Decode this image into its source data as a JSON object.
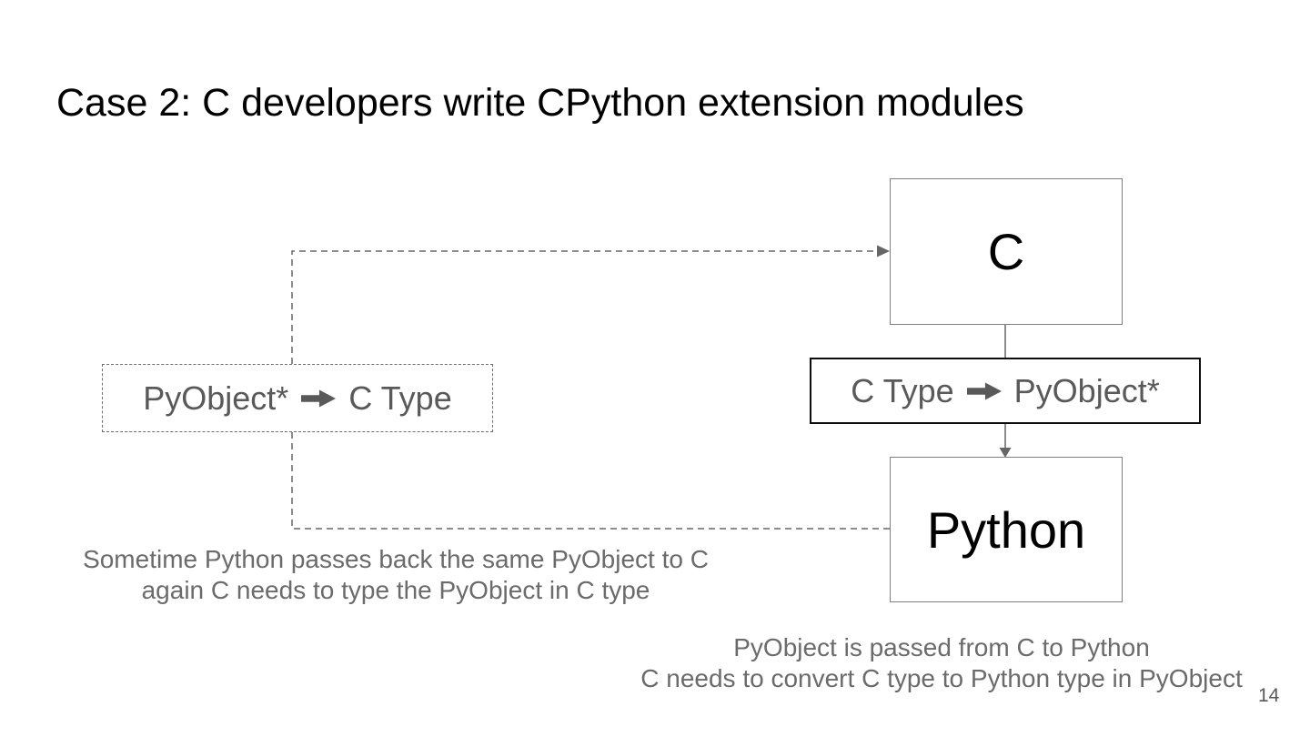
{
  "slide": {
    "title": "Case 2: C developers write CPython extension modules",
    "page_number": "14"
  },
  "diagram": {
    "c_box": {
      "label": "C"
    },
    "python_box": {
      "label": "Python"
    },
    "c_to_py_box": {
      "left_label": "C Type",
      "right_label": "PyObject*"
    },
    "py_to_c_box": {
      "left_label": "PyObject*",
      "right_label": "C Type"
    },
    "captions": {
      "left": {
        "lines": [
          "Sometime Python passes back the same PyObject to C",
          "again C needs to type the PyObject in C type"
        ]
      },
      "right": {
        "lines": [
          "PyObject is passed from C to Python",
          "C needs to convert C type to Python type in PyObject"
        ]
      }
    },
    "icons": {
      "right_arrow": "➡"
    },
    "colors": {
      "background": "#ffffff",
      "title_text": "#000000",
      "node_border": "#7f7f7f",
      "strong_border": "#0d0d0d",
      "dashed_border": "#6e6e6e",
      "connector": "#666666",
      "box_text": "#595959",
      "caption_text": "#6b6b6b"
    }
  }
}
